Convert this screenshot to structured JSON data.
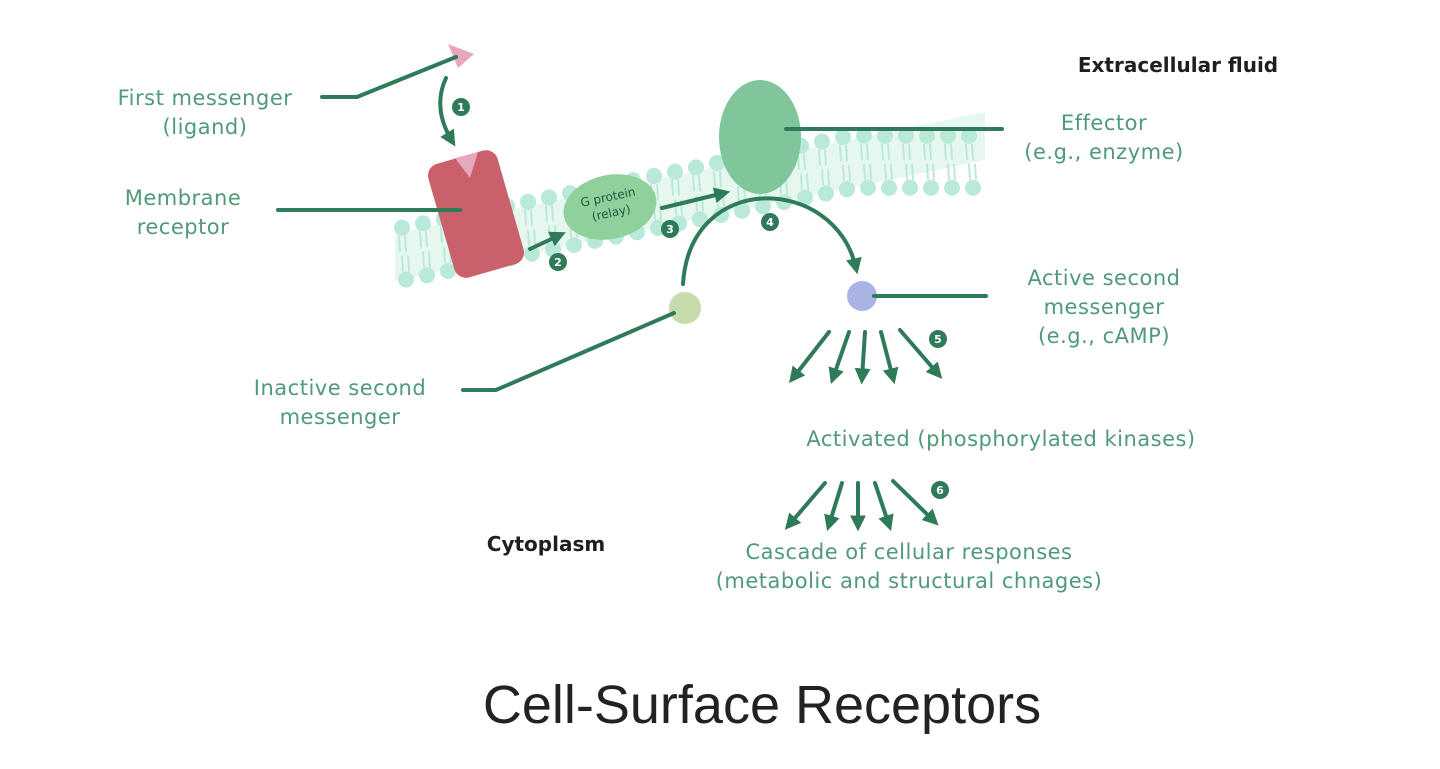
{
  "labels": {
    "first_messenger": [
      "First messenger",
      "(ligand)"
    ],
    "membrane_receptor": [
      "Membrane",
      "receptor"
    ],
    "g_protein": [
      "G protein",
      "(relay)"
    ],
    "effector": [
      "Effector",
      "(e.g., enzyme)"
    ],
    "active_second_messenger": [
      "Active second",
      "messenger",
      "(e.g., cAMP)"
    ],
    "inactive_second_messenger": [
      "Inactive second",
      "messenger"
    ],
    "activated_kinases": "Activated (phosphorylated kinases)",
    "cascade": [
      "Cascade of cellular responses",
      "(metabolic and structural chnages)"
    ]
  },
  "regions": {
    "extracellular": "Extracellular fluid",
    "cytoplasm": "Cytoplasm"
  },
  "steps": [
    "1",
    "2",
    "3",
    "4",
    "5",
    "6"
  ],
  "title": "Cell-Surface Receptors",
  "colors": {
    "label_green": "#4f9a78",
    "line_green": "#2f7a58",
    "membrane_teal": "#b9e9d9",
    "receptor_red": "#c9606c",
    "ligand_pink": "#e7a7bd",
    "effector_green": "#7fc79a",
    "g_protein_green": "#8fd09c",
    "active_messenger_blue": "#a9b3e4",
    "inactive_messenger_olive": "#c7dcab"
  }
}
